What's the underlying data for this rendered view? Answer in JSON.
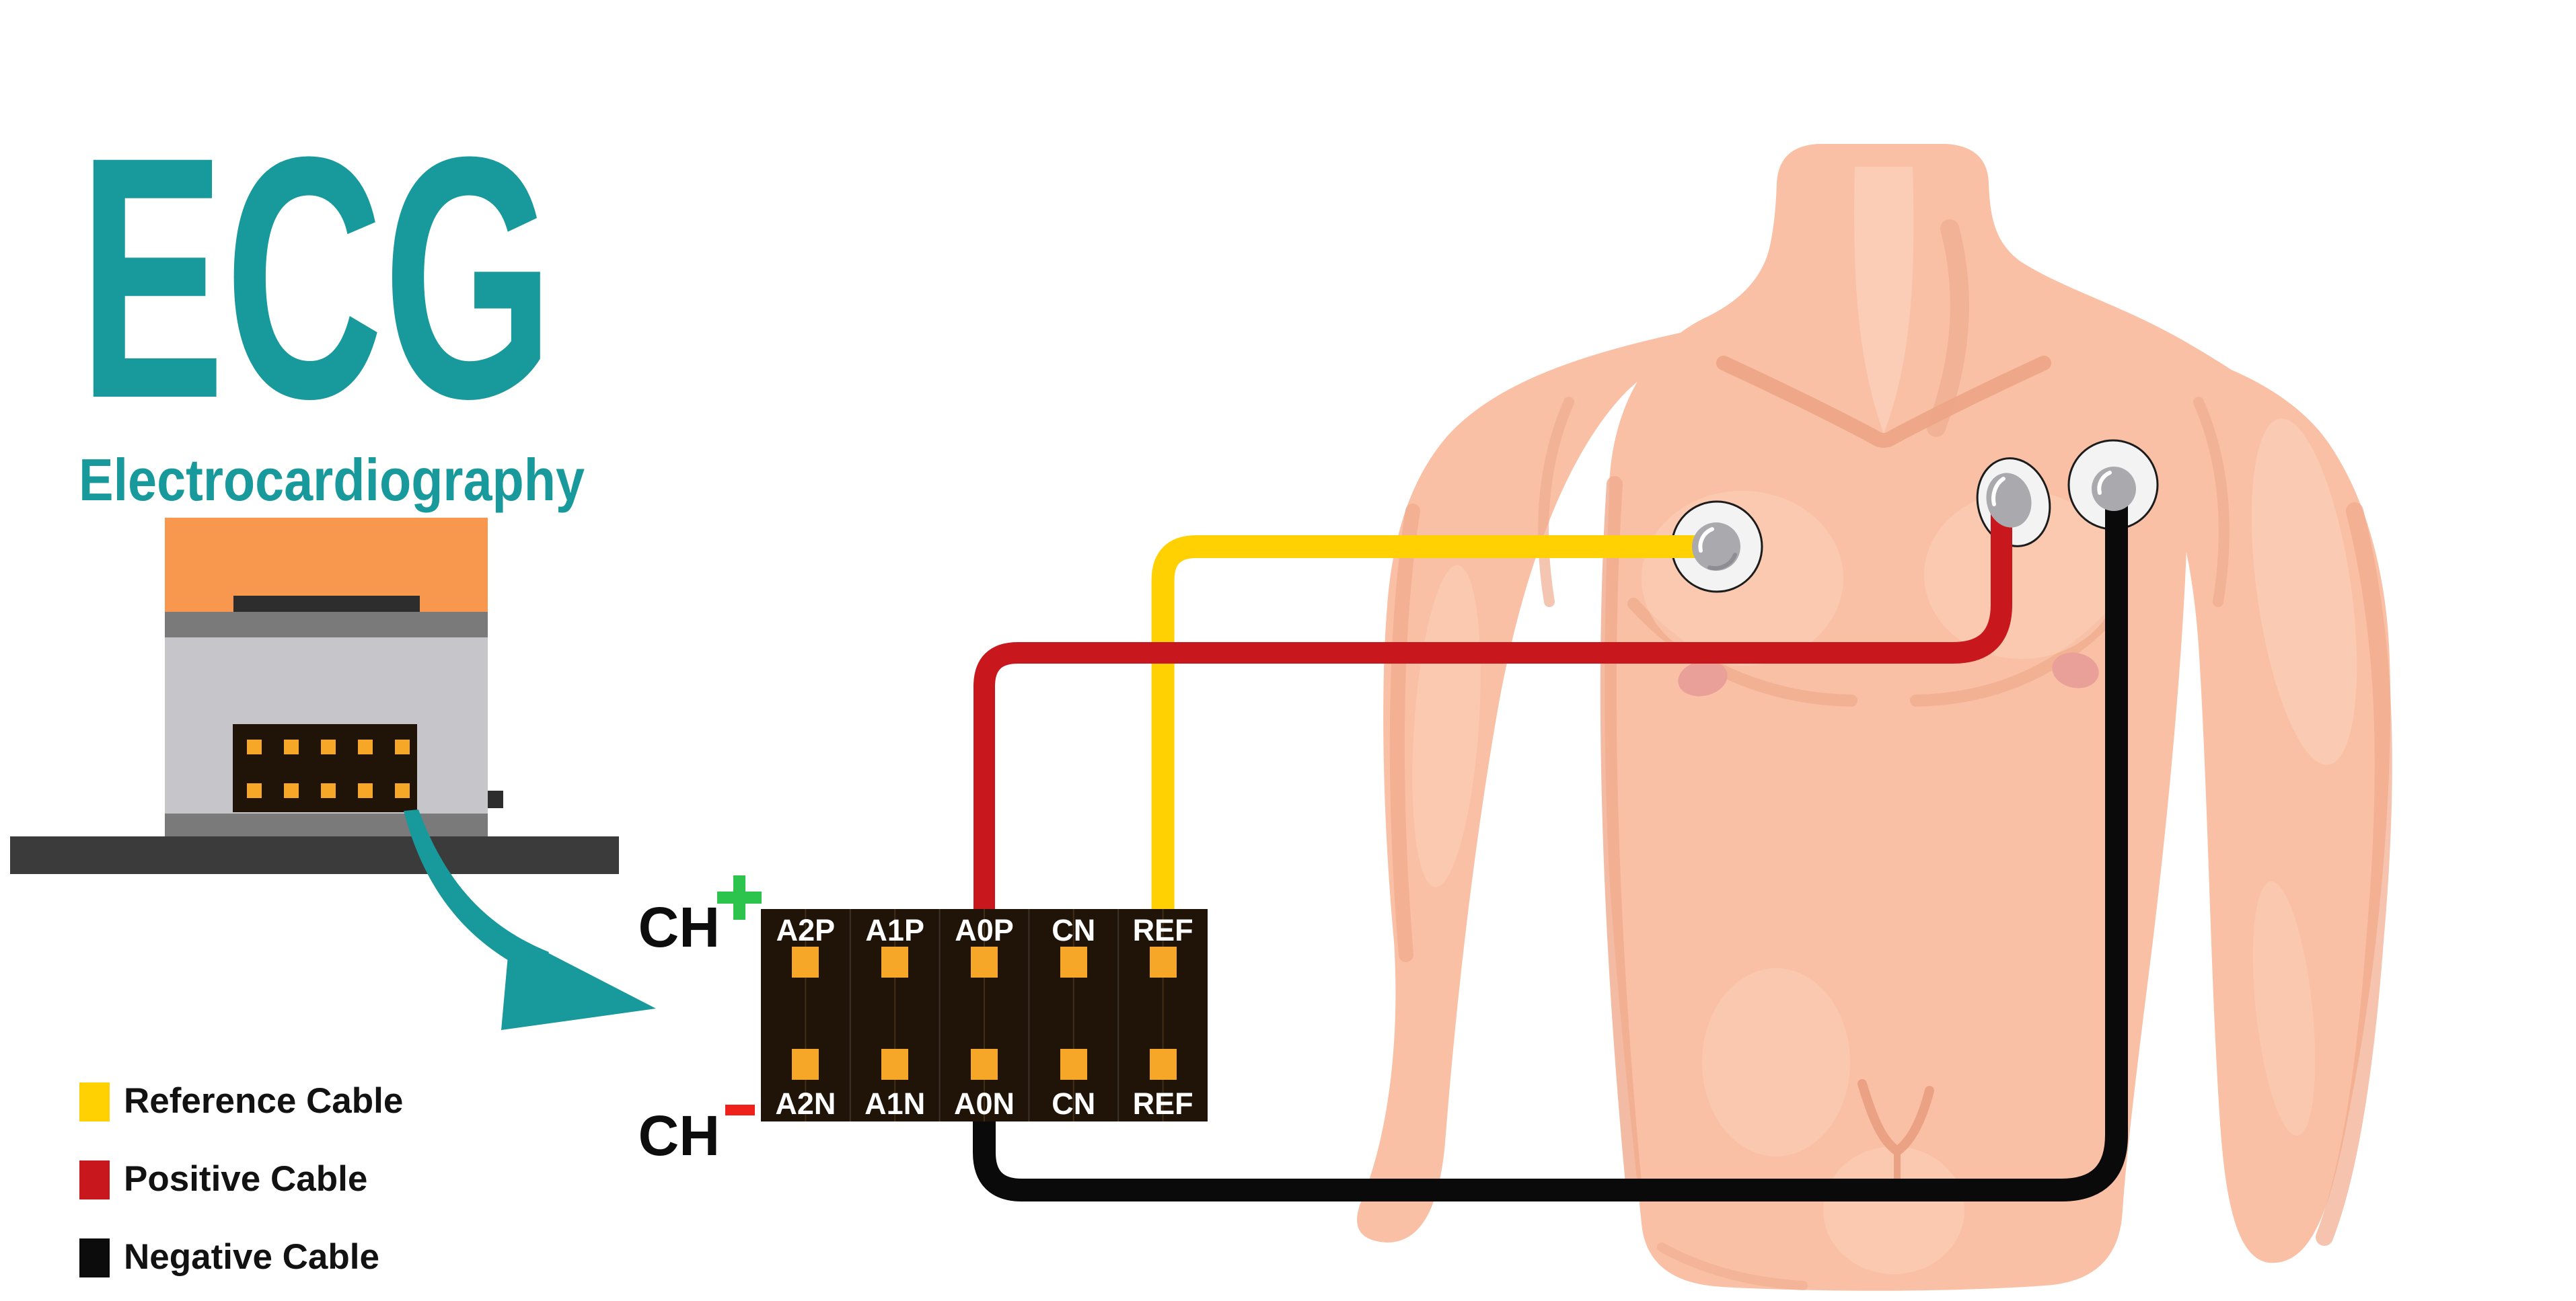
{
  "title": {
    "abbr": "ECG",
    "full": "Electrocardiography"
  },
  "colors": {
    "teal": "#18999B",
    "cable_reference": "#FFD103",
    "cable_positive": "#C8171D",
    "cable_negative": "#0A0A0A",
    "pin_orange": "#F7A728",
    "plus_green": "#2DC44D",
    "minus_red": "#F0201A",
    "skin": "#F9C0A5"
  },
  "connector": {
    "channel_positive": {
      "label": "CH",
      "sign": "+"
    },
    "channel_negative": {
      "label": "CH",
      "sign": "-"
    },
    "top_row": [
      "A2P",
      "A1P",
      "A0P",
      "CN",
      "REF"
    ],
    "bottom_row": [
      "A2N",
      "A1N",
      "A0N",
      "CN",
      "REF"
    ]
  },
  "legend": {
    "items": [
      {
        "label": "Reference Cable",
        "color": "#FFD103"
      },
      {
        "label": "Positive Cable",
        "color": "#C8171D"
      },
      {
        "label": "Negative Cable",
        "color": "#0C0C0C"
      }
    ]
  }
}
